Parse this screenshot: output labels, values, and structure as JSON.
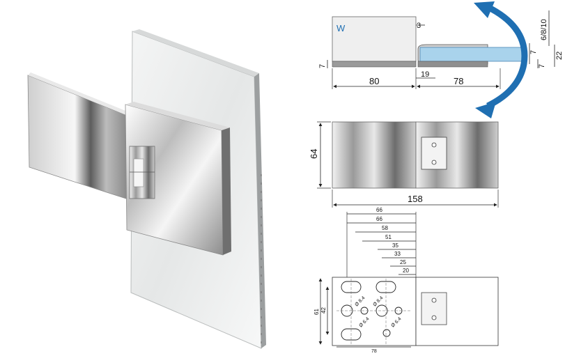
{
  "figure": {
    "product": "glass-to-glass hinge, chrome, 3D render",
    "top_view": {
      "label_w": "W",
      "gap": "3",
      "thickness_left": "7",
      "thickness_right": "7",
      "plate_gap": "7",
      "glass_range": "6/8/10",
      "overall_height": "22",
      "left_width": "80",
      "offset": "19",
      "right_width": "78"
    },
    "front_view": {
      "height": "64",
      "length": "158"
    },
    "hole_view": {
      "top_dims": [
        "66",
        "66",
        "58",
        "51",
        "35",
        "33",
        "25",
        "20"
      ],
      "height_outer": "61",
      "height_inner": "42",
      "hole_large": "Ø 8.4",
      "hole_large_2": "Ø 8.4",
      "hole_small": "Ø 6.4",
      "hole_small_2": "Ø 6.4",
      "bottom_width": "78"
    },
    "colors": {
      "arrow": "#1f6fb2",
      "glass": "#a9d3ec",
      "label_w": "#1f6fb2"
    }
  }
}
